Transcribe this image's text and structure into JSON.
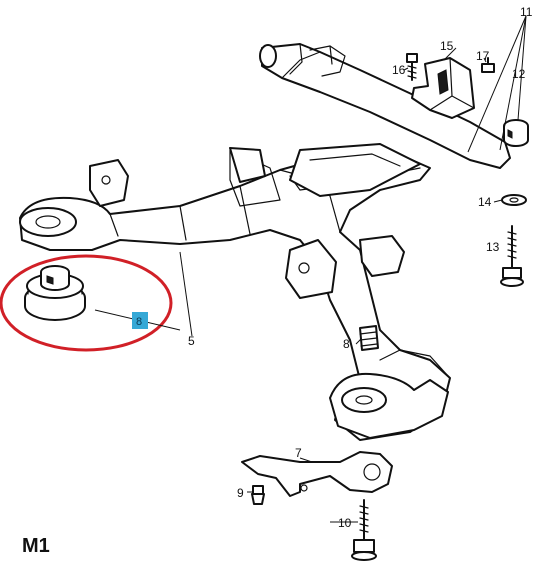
{
  "diagram_code": "M1",
  "callouts": {
    "c5": "5",
    "c7": "7",
    "c8": "8",
    "c9": "9",
    "c10": "10",
    "c11": "11",
    "c12": "12",
    "c13": "13",
    "c14": "14",
    "c15": "15",
    "c16": "16",
    "c17": "17"
  },
  "highlight": {
    "label": "8",
    "color": "#35a8d6"
  },
  "selection_ring_color": "#d12027"
}
